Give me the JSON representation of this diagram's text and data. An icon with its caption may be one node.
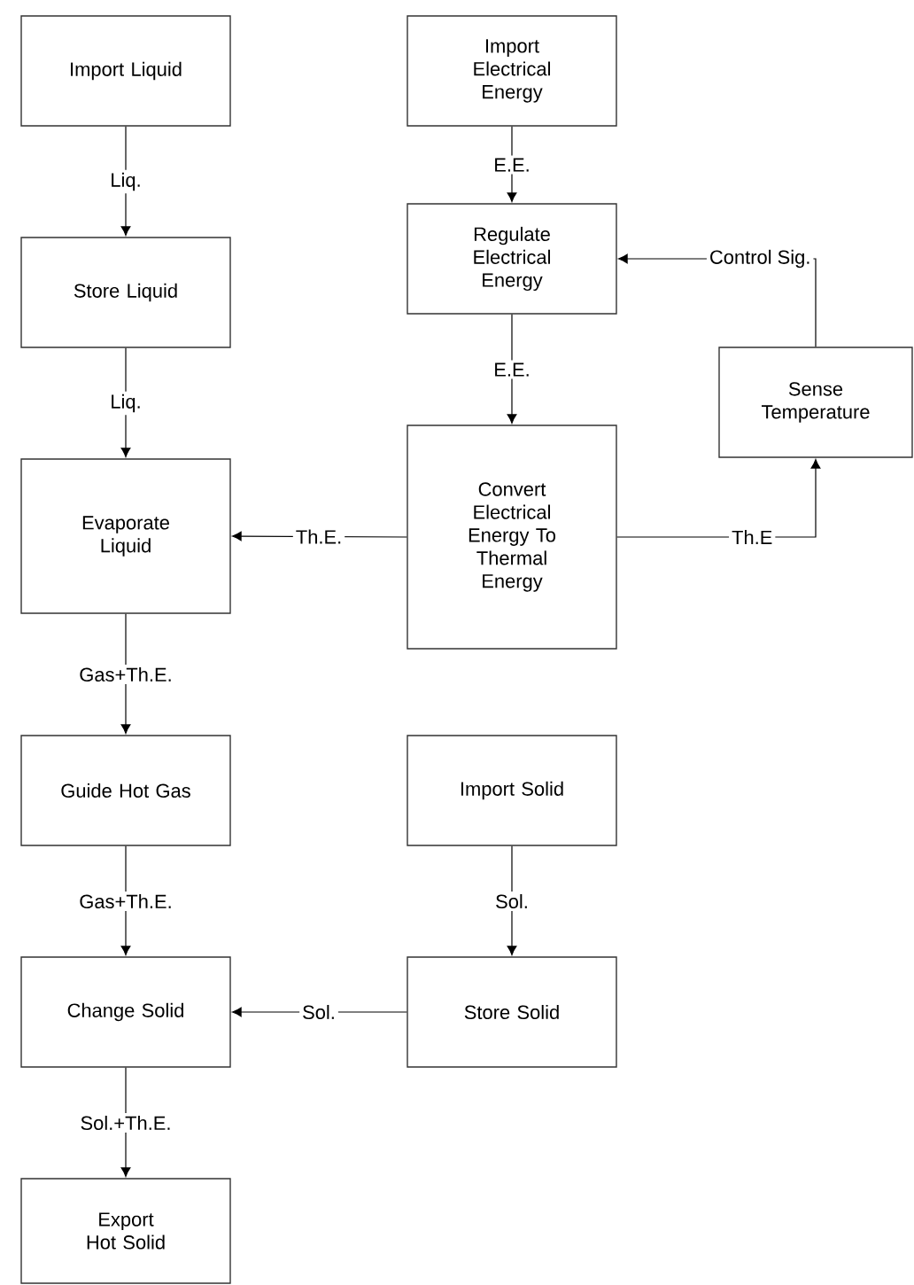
{
  "diagram": {
    "nodes": [
      {
        "text": [
          "Import Liquid"
        ]
      },
      {
        "text": [
          "Import Electrical Energy"
        ]
      },
      {
        "text": [
          "Store Liquid"
        ]
      },
      {
        "text": [
          "Regulate Electrical Energy"
        ]
      },
      {
        "text": [
          "Sense Temperature"
        ]
      },
      {
        "text": [
          "Evaporate Liquid"
        ]
      },
      {
        "text": [
          "Convert Electrical Energy To Thermal Energy"
        ]
      },
      {
        "text": [
          "Guide Hot Gas"
        ]
      },
      {
        "text": [
          "Import Solid"
        ]
      },
      {
        "text": [
          "Change Solid"
        ]
      },
      {
        "text": [
          "Store Solid"
        ]
      },
      {
        "text": [
          "Export Hot Solid"
        ]
      }
    ],
    "edges": [
      {
        "from": 0,
        "to": 2,
        "arrow": "to",
        "label": "Liq."
      },
      {
        "from": 1,
        "to": 3,
        "arrow": "to",
        "label": "E.E."
      },
      {
        "from": 2,
        "to": 5,
        "arrow": "to",
        "label": "Liq."
      },
      {
        "from": 3,
        "to": 6,
        "arrow": "to",
        "label": "E.E."
      },
      {
        "from": 6,
        "to": 5,
        "arrow": "to",
        "label": "Th.E."
      },
      {
        "from": 6,
        "to": 4,
        "arrow": "to",
        "label": "Th.E"
      },
      {
        "from": 4,
        "to": 3,
        "arrow": "to",
        "label": "Control Sig."
      },
      {
        "from": 5,
        "to": 7,
        "arrow": "to",
        "label": "Gas+Th.E."
      },
      {
        "from": 7,
        "to": 9,
        "arrow": "to",
        "label": "Gas+Th.E."
      },
      {
        "from": 8,
        "to": 10,
        "arrow": "to",
        "label": "Sol."
      },
      {
        "from": 10,
        "to": 9,
        "arrow": "to",
        "label": "Sol."
      },
      {
        "from": 9,
        "to": 11,
        "arrow": "to",
        "label": "Sol.+Th.E."
      }
    ]
  }
}
